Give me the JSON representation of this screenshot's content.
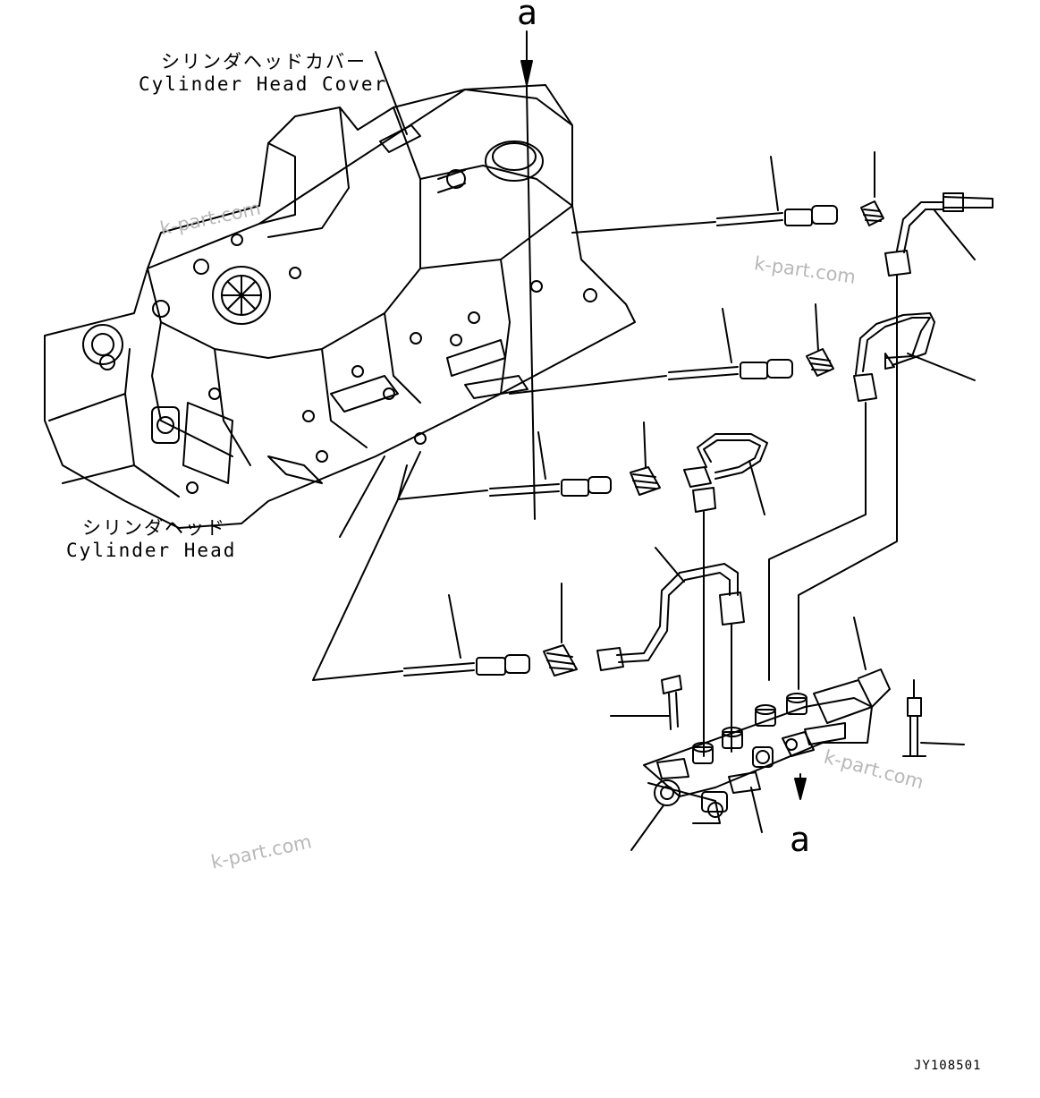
{
  "labels": {
    "cover_jp": "シリンダヘッドカバー",
    "cover_en": "Cylinder Head Cover",
    "head_jp": "シリンダヘッド",
    "head_en": "Cylinder Head",
    "arrow_top": "a",
    "arrow_bottom": "a"
  },
  "watermarks": [
    "k-part.com",
    "k-part.com",
    "k-part.com",
    "k-part.com"
  ],
  "drawing_code": "JY108501",
  "colors": {
    "line": "#000000",
    "watermark": "#b8b8b8",
    "background": "#ffffff"
  }
}
